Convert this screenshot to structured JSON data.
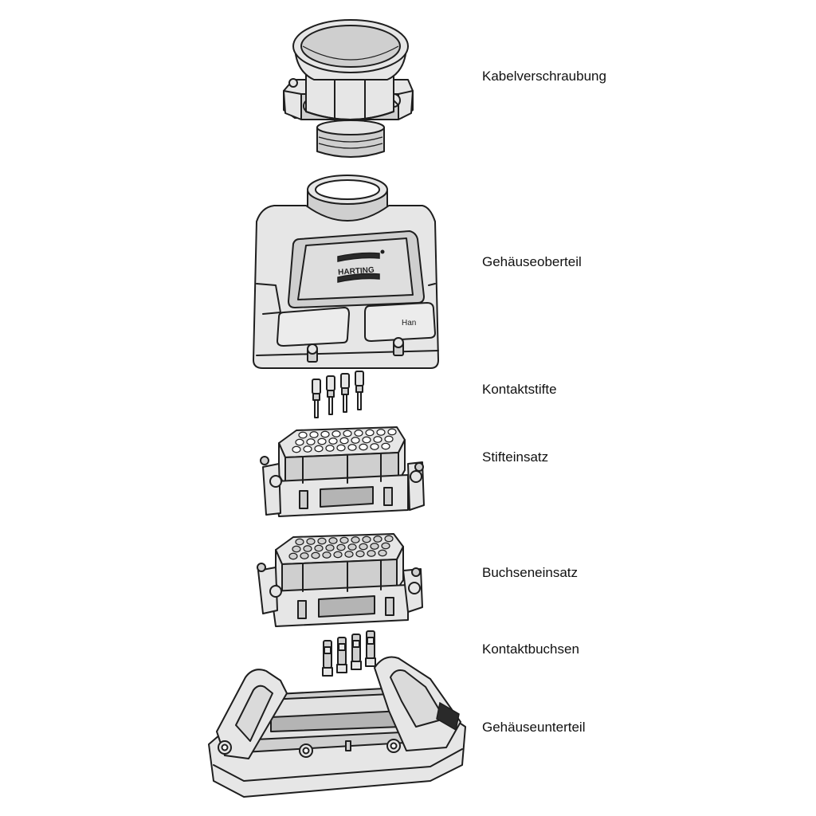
{
  "labels": {
    "cable_gland": "Kabelverschraubung",
    "housing_top": "Gehäuseoberteil",
    "contact_pins": "Kontaktstifte",
    "pin_insert": "Stifteinsatz",
    "socket_insert": "Buchseneinsatz",
    "contact_sockets": "Kontaktbuchsen",
    "housing_bottom": "Gehäuseunterteil"
  },
  "housing_marks": {
    "brand": "HARTING",
    "series": "Han"
  }
}
